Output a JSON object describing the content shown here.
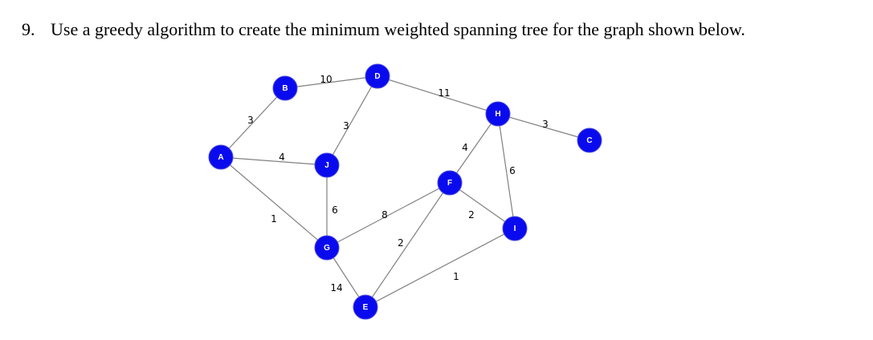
{
  "question": {
    "number": "9.",
    "text": "Use a greedy algorithm to create the minimum weighted spanning tree for the graph shown below."
  },
  "graph": {
    "node_color": "#0a0aee",
    "edge_color": "#808080",
    "nodes": [
      {
        "id": "A",
        "label": "A"
      },
      {
        "id": "B",
        "label": "B"
      },
      {
        "id": "D",
        "label": "D"
      },
      {
        "id": "H",
        "label": "H"
      },
      {
        "id": "C",
        "label": "C"
      },
      {
        "id": "J",
        "label": "J"
      },
      {
        "id": "F",
        "label": "F"
      },
      {
        "id": "G",
        "label": "G"
      },
      {
        "id": "I",
        "label": "I"
      },
      {
        "id": "E",
        "label": "E"
      }
    ],
    "edges": [
      {
        "from": "A",
        "to": "B",
        "weight": "3"
      },
      {
        "from": "B",
        "to": "D",
        "weight": "10"
      },
      {
        "from": "D",
        "to": "H",
        "weight": "11"
      },
      {
        "from": "H",
        "to": "C",
        "weight": "3"
      },
      {
        "from": "D",
        "to": "J",
        "weight": "3"
      },
      {
        "from": "A",
        "to": "J",
        "weight": "4"
      },
      {
        "from": "A",
        "to": "G",
        "weight": "1"
      },
      {
        "from": "J",
        "to": "G",
        "weight": "6"
      },
      {
        "from": "G",
        "to": "F",
        "weight": "8"
      },
      {
        "from": "H",
        "to": "F",
        "weight": "4"
      },
      {
        "from": "H",
        "to": "I",
        "weight": "6"
      },
      {
        "from": "F",
        "to": "I",
        "weight": "2"
      },
      {
        "from": "F",
        "to": "E",
        "weight": "2"
      },
      {
        "from": "G",
        "to": "E",
        "weight": "14"
      },
      {
        "from": "E",
        "to": "I",
        "weight": "1"
      }
    ]
  }
}
